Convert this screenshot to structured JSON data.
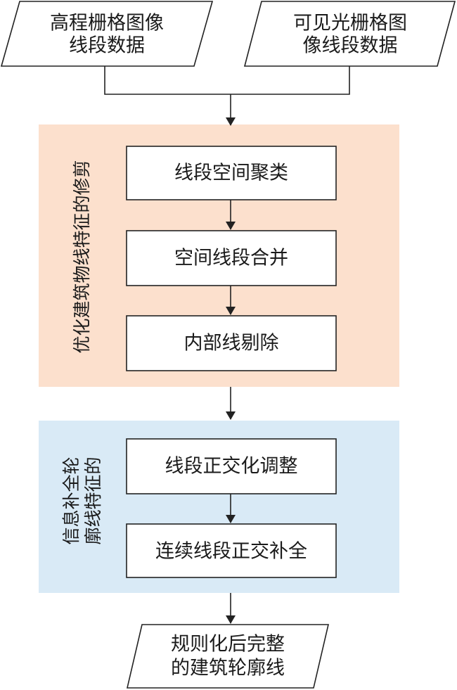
{
  "inputs": {
    "elevation": {
      "line1": "高程栅格图像",
      "line2": "线段数据"
    },
    "visible": {
      "line1": "可见光栅格图",
      "line2": "像线段数据"
    }
  },
  "group1": {
    "title": "优化建筑物线特征的修剪",
    "fill": "#fce0cd",
    "steps": [
      "线段空间聚类",
      "空间线段合并",
      "内部线剔除"
    ]
  },
  "group2": {
    "title_col1": "信息补全轮",
    "title_col2": "廓线特征的",
    "fill": "#d9eaf6",
    "steps": [
      "线段正交化调整",
      "连续线段正交补全"
    ]
  },
  "output": {
    "line1": "规则化后完整",
    "line2": "的建筑轮廓线"
  }
}
